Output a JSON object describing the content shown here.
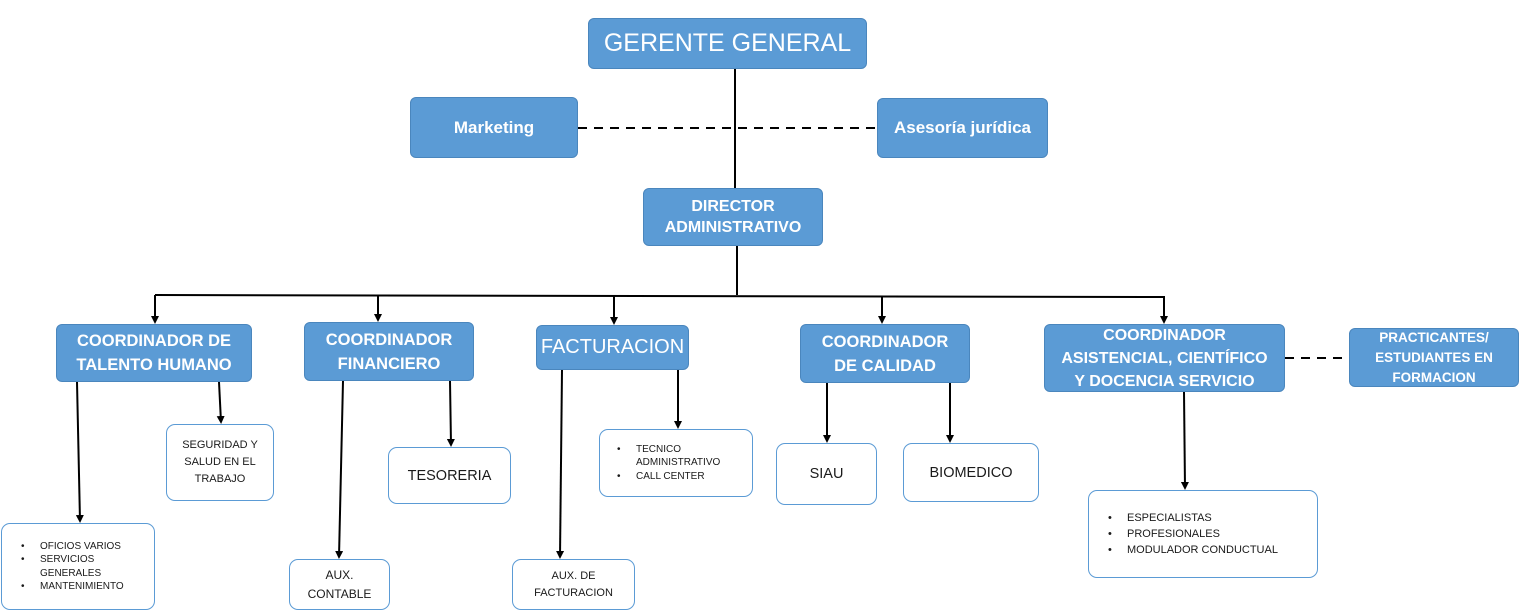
{
  "nodes": {
    "gerente": {
      "label": "GERENTE GENERAL"
    },
    "marketing": {
      "label": "Marketing"
    },
    "asesoria": {
      "label": "Asesoría jurídica"
    },
    "director": {
      "label": "DIRECTOR\nADMINISTRATIVO"
    },
    "talento": {
      "label": "COORDINADOR DE\nTALENTO HUMANO"
    },
    "financiero": {
      "label": "COORDINADOR\nFINANCIERO"
    },
    "facturacion": {
      "label": "FACTURACION"
    },
    "calidad": {
      "label": "COORDINADOR\nDE CALIDAD"
    },
    "asistencial": {
      "label": "COORDINADOR\nASISTENCIAL, CIENTÍFICO\nY DOCENCIA SERVICIO"
    },
    "practicantes": {
      "label": "PRACTICANTES/\nESTUDIANTES EN\nFORMACION"
    },
    "oficios": {
      "items": [
        "OFICIOS VARIOS",
        "SERVICIOS GENERALES",
        "MANTENIMIENTO"
      ]
    },
    "seguridad": {
      "label": "SEGURIDAD Y\nSALUD EN EL\nTRABAJO"
    },
    "auxcontable": {
      "label": "AUX.\nCONTABLE"
    },
    "tesoreria": {
      "label": "TESORERIA"
    },
    "auxfact": {
      "label": "AUX. DE\nFACTURACION"
    },
    "tecnico": {
      "items": [
        "TECNICO ADMINISTRATIVO",
        "CALL CENTER"
      ]
    },
    "siau": {
      "label": "SIAU"
    },
    "biomedico": {
      "label": "BIOMEDICO"
    },
    "especialistas": {
      "items": [
        "ESPECIALISTAS",
        "PROFESIONALES",
        "MODULADOR CONDUCTUAL"
      ]
    }
  },
  "colors": {
    "box_fill": "#5b9bd5",
    "box_border": "#5b9bd5",
    "line": "#000000"
  }
}
